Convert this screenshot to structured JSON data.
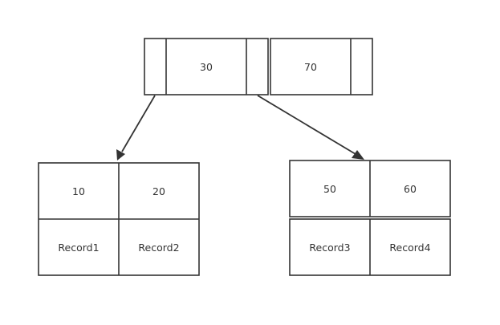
{
  "diagram": {
    "root": {
      "keys": [
        "30",
        "70"
      ]
    },
    "left_leaf": {
      "keys": [
        "10",
        "20"
      ],
      "records": [
        "Record1",
        "Record2"
      ]
    },
    "right_leaf": {
      "keys": [
        "50",
        "60"
      ],
      "records": [
        "Record3",
        "Record4"
      ]
    },
    "colors": {
      "line": "#333333",
      "background": "#ffffff"
    }
  }
}
